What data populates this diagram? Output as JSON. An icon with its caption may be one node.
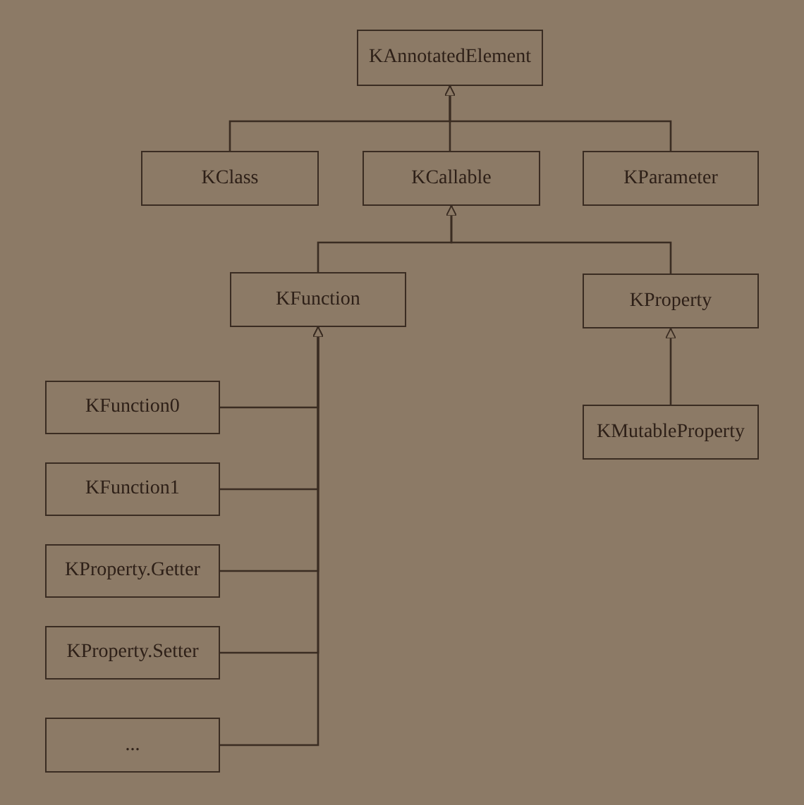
{
  "diagram": {
    "nodes": [
      {
        "text": [
          "KAnnotatedElement"
        ]
      },
      {
        "text": [
          "KClass"
        ]
      },
      {
        "text": [
          "KCallable"
        ]
      },
      {
        "text": [
          "KParameter"
        ]
      },
      {
        "text": [
          "KFunction"
        ]
      },
      {
        "text": [
          "KProperty"
        ]
      },
      {
        "text": [
          "KMutableProperty"
        ]
      },
      {
        "text": [
          "KFunction0"
        ]
      },
      {
        "text": [
          "KFunction1"
        ]
      },
      {
        "text": [
          "KProperty.Getter"
        ]
      },
      {
        "text": [
          "KProperty.Setter"
        ]
      },
      {
        "text": [
          "..."
        ]
      }
    ],
    "edges": [
      {
        "from": 1,
        "to": 0,
        "arrow": "to"
      },
      {
        "from": 2,
        "to": 0,
        "arrow": "to"
      },
      {
        "from": 3,
        "to": 0,
        "arrow": "to"
      },
      {
        "from": 4,
        "to": 2,
        "arrow": "to"
      },
      {
        "from": 5,
        "to": 2,
        "arrow": "to"
      },
      {
        "from": 6,
        "to": 5,
        "arrow": "to"
      },
      {
        "from": 7,
        "to": 4,
        "arrow": "to"
      },
      {
        "from": 8,
        "to": 4,
        "arrow": "to"
      },
      {
        "from": 9,
        "to": 4,
        "arrow": "to"
      },
      {
        "from": 10,
        "to": 4,
        "arrow": "to"
      },
      {
        "from": 11,
        "to": 4,
        "arrow": "to"
      }
    ]
  }
}
